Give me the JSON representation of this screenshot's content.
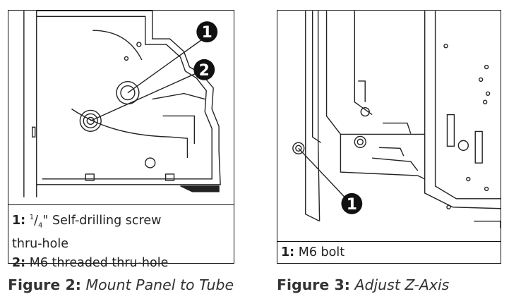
{
  "figure2": {
    "callouts": [
      "1",
      "2"
    ],
    "legend": {
      "item1_num": "1:",
      "item1_frac_num": "1",
      "item1_frac_den": "4",
      "item1_text": "\" Self-drilling screw",
      "item1_text2": "thru-hole",
      "item2_num": "2:",
      "item2_text": "M6 threaded thru-hole"
    },
    "caption_label": "Figure 2:",
    "caption_title": "Mount Panel to Tube"
  },
  "figure3": {
    "callouts": [
      "1"
    ],
    "legend": {
      "item1_num": "1:",
      "item1_text": "M6 bolt"
    },
    "caption_label": "Figure 3:",
    "caption_title": "Adjust Z-Axis"
  }
}
